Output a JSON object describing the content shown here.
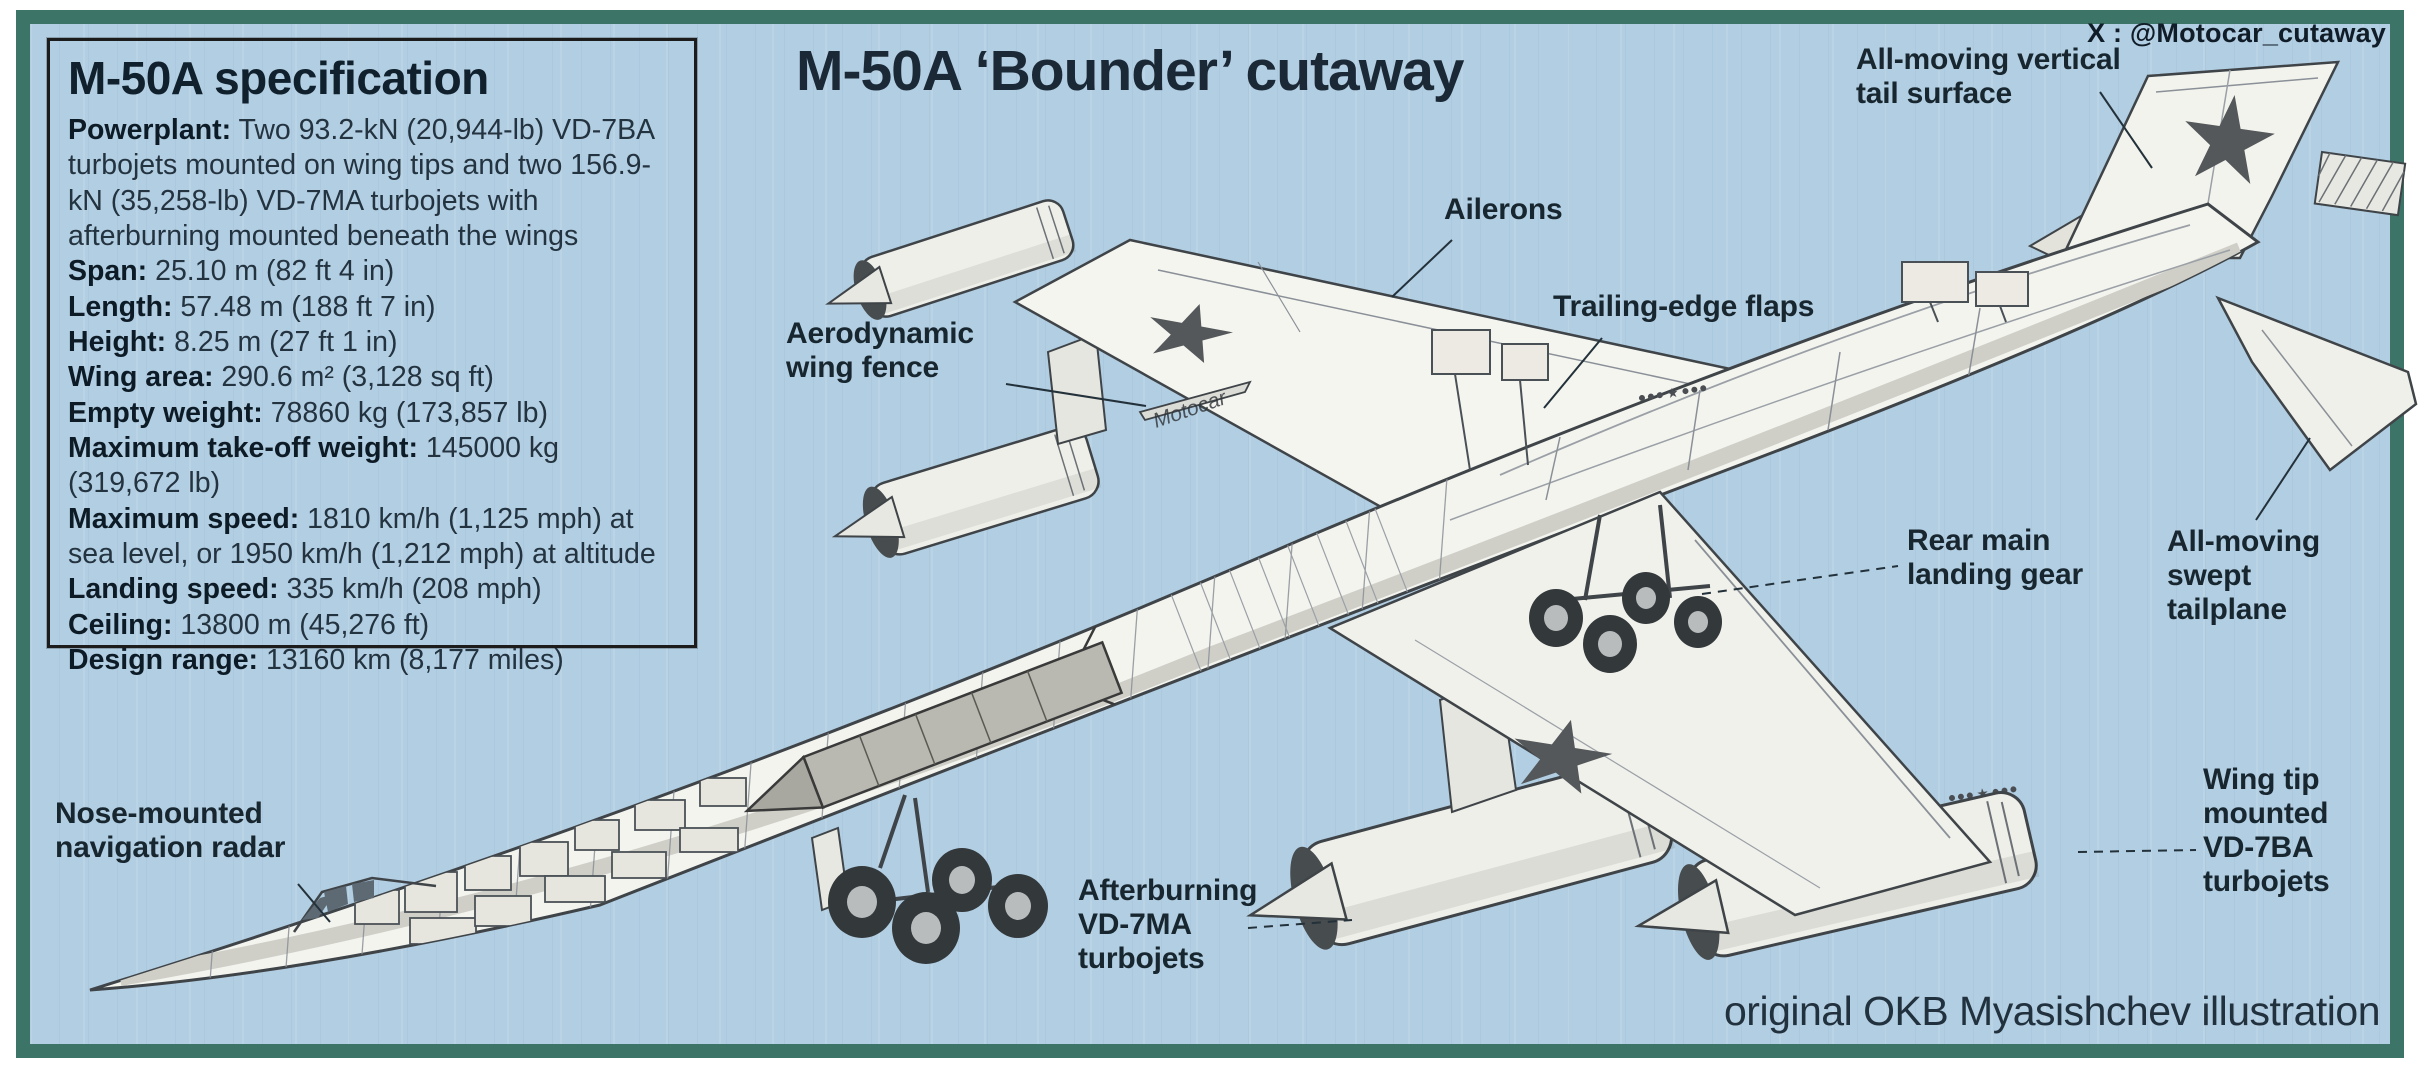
{
  "credit": "X : @Motocar_cutaway",
  "title": "M-50A ‘Bounder’ cutaway",
  "footer": "original OKB Myasishchev illustration",
  "watermark": "Motocar",
  "spec_box": {
    "title": "M-50A specification",
    "items": [
      {
        "label": "Powerplant:",
        "value": "Two 93.2-kN (20,944-lb) VD-7BA turbojets mounted on wing tips and two 156.9-kN (35,258-lb) VD-7MA turbojets with afterburning mounted beneath the wings"
      },
      {
        "label": "Span:",
        "value": "25.10 m (82 ft 4 in)"
      },
      {
        "label": "Length:",
        "value": "57.48 m (188 ft 7 in)"
      },
      {
        "label": "Height:",
        "value": "8.25 m (27 ft 1 in)"
      },
      {
        "label": "Wing area:",
        "value": "290.6 m² (3,128 sq ft)"
      },
      {
        "label": "Empty weight:",
        "value": "78860 kg (173,857 lb)"
      },
      {
        "label": "Maximum take-off weight:",
        "value": "145000 kg (319,672 lb)"
      },
      {
        "label": "Maximum speed:",
        "value": "1810 km/h (1,125 mph) at sea level, or 1950 km/h (1,212 mph) at altitude"
      },
      {
        "label": "Landing speed:",
        "value": "335 km/h (208 mph)"
      },
      {
        "label": "Ceiling:",
        "value": "13800 m (45,276 ft)"
      },
      {
        "label": "Design range:",
        "value": "13160 km (8,177 miles)"
      }
    ]
  },
  "labels": [
    {
      "id": "nose-radar",
      "text": "Nose-mounted\nnavigation radar"
    },
    {
      "id": "wing-fence",
      "text": "Aerodynamic\nwing fence"
    },
    {
      "id": "ailerons",
      "text": "Ailerons"
    },
    {
      "id": "trailing-edge-flaps",
      "text": "Trailing-edge flaps"
    },
    {
      "id": "vertical-tail",
      "text": "All-moving vertical\ntail surface"
    },
    {
      "id": "rear-gear",
      "text": "Rear main\nlanding gear"
    },
    {
      "id": "swept-tailplane",
      "text": "All-moving\nswept\ntailplane"
    },
    {
      "id": "wingtip-engines",
      "text": "Wing tip\nmounted\nVD-7BA\nturbojets"
    },
    {
      "id": "afterburning-engines",
      "text": "Afterburning\nVD-7MA\nturbojets"
    }
  ],
  "colors": {
    "frame": "#3c7568",
    "background": "#b2cee2",
    "text": "#17262f",
    "aircraft_fill": "#f3f3ee",
    "star": "#54585a"
  }
}
